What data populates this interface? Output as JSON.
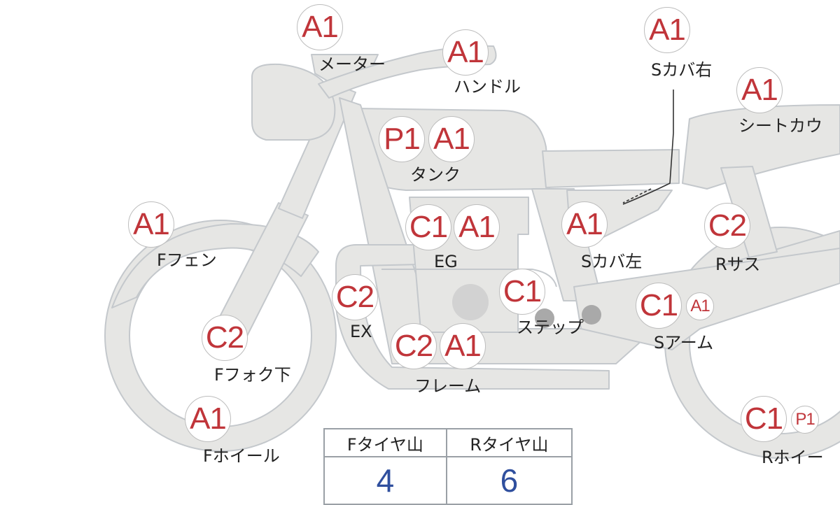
{
  "parts": [
    {
      "id": "meter",
      "label": "メーター",
      "grades": [
        "A1"
      ]
    },
    {
      "id": "handle",
      "label": "ハンドル",
      "grades": [
        "A1"
      ]
    },
    {
      "id": "s-cover-r",
      "label": "Sカバ右",
      "grades": [
        "A1"
      ]
    },
    {
      "id": "seat-cowl",
      "label": "シートカウ",
      "grades": [
        "A1"
      ]
    },
    {
      "id": "tank",
      "label": "タンク",
      "grades": [
        "P1",
        "A1"
      ]
    },
    {
      "id": "f-fender",
      "label": "Fフェン",
      "grades": [
        "A1"
      ]
    },
    {
      "id": "engine",
      "label": "EG",
      "grades": [
        "C1",
        "A1"
      ]
    },
    {
      "id": "s-cover-l",
      "label": "Sカバ左",
      "grades": [
        "A1"
      ]
    },
    {
      "id": "r-sus",
      "label": "Rサス",
      "grades": [
        "C2"
      ]
    },
    {
      "id": "exhaust",
      "label": "EX",
      "grades": [
        "C2"
      ]
    },
    {
      "id": "step",
      "label": "ステップ",
      "grades": [
        "C1"
      ]
    },
    {
      "id": "s-arm",
      "label": "Sアーム",
      "grades": [
        "C1",
        "A1"
      ]
    },
    {
      "id": "f-fork-lower",
      "label": "Fフォク下",
      "grades": [
        "C2"
      ]
    },
    {
      "id": "frame",
      "label": "フレーム",
      "grades": [
        "C2",
        "A1"
      ]
    },
    {
      "id": "f-wheel",
      "label": "Fホイール",
      "grades": [
        "A1"
      ]
    },
    {
      "id": "r-wheel",
      "label": "Rホイー",
      "grades": [
        "C1",
        "P1"
      ]
    }
  ],
  "tire_tread": {
    "front_label": "Fタイヤ山",
    "rear_label": "Rタイヤ山",
    "front_value": "4",
    "rear_value": "6"
  },
  "colors": {
    "bike_fill": "#e6e6e4",
    "bike_stroke": "#c4c8cc",
    "grade_text": "#c0353a",
    "value_text": "#2f4f9e"
  }
}
